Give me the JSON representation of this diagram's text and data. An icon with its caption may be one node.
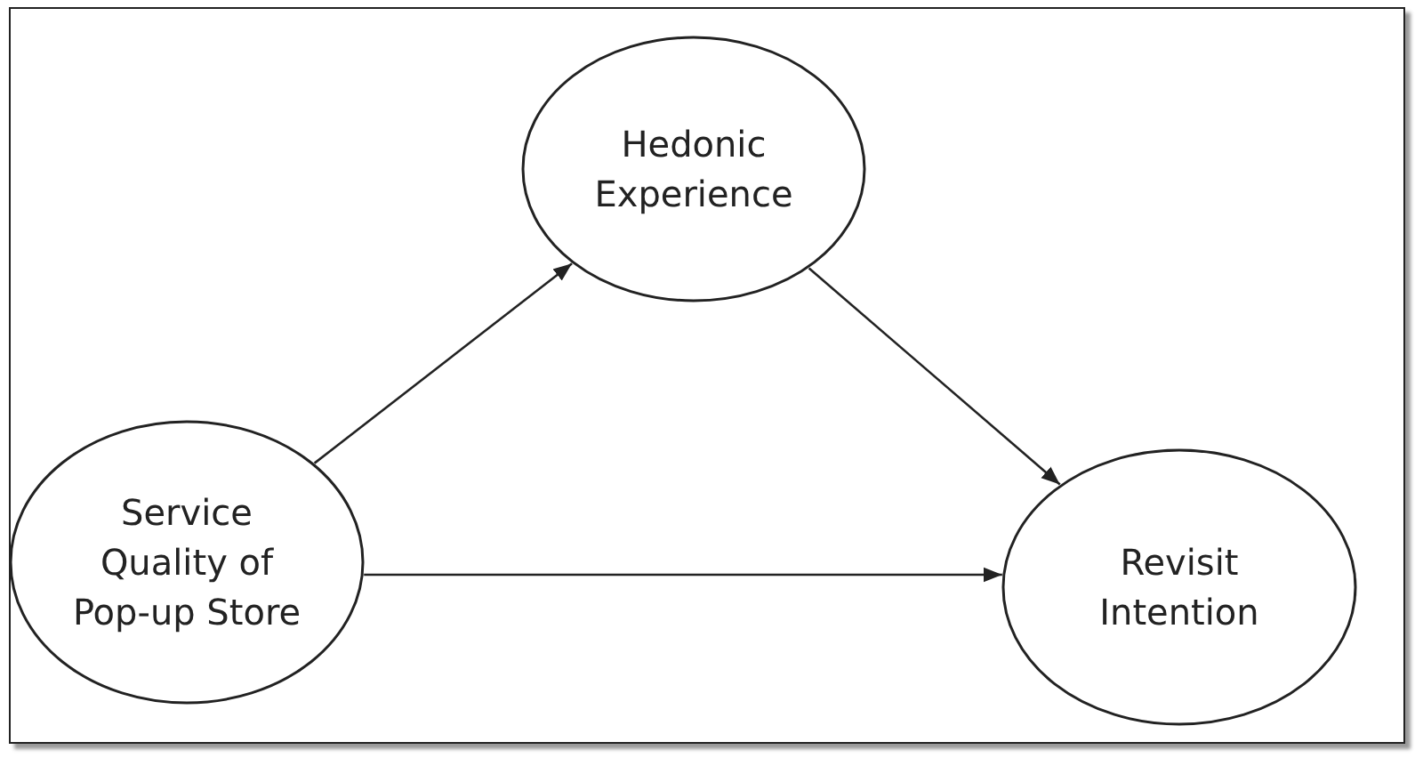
{
  "diagram": {
    "nodes": [
      {
        "text": [
          "Hedonic Experience"
        ]
      },
      {
        "text": [
          "Service Quality of Pop-up Store"
        ]
      },
      {
        "text": [
          "Revisit Intention"
        ]
      }
    ],
    "edges": [
      {
        "from": 1,
        "to": 0,
        "arrow": "to"
      },
      {
        "from": 0,
        "to": 2,
        "arrow": "to"
      },
      {
        "from": 1,
        "to": 2,
        "arrow": "to"
      }
    ]
  }
}
